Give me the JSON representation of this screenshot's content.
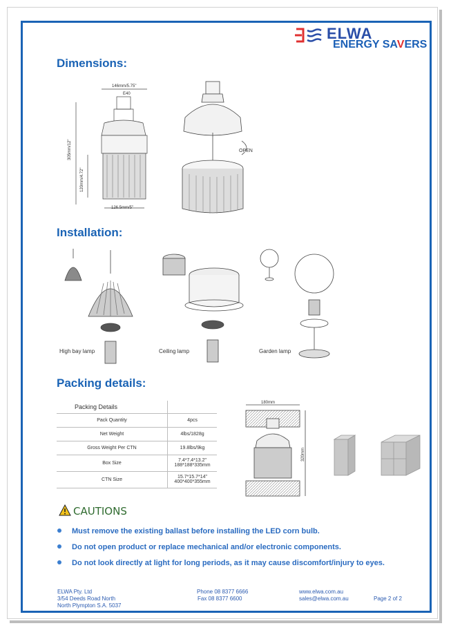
{
  "brand": {
    "name_top": "ELWA",
    "name_bottom_a": "ENERGY SA",
    "name_bottom_v": "V",
    "name_bottom_b": "ERS"
  },
  "sections": {
    "dimensions": "Dimensions:",
    "installation": "Installation:",
    "packing": "Packing details:",
    "cautions": "CAUTIONS"
  },
  "dimensions": {
    "width_top": "146mm/5.75\"",
    "base": "E40",
    "height_total": "305mm/12\"",
    "height_body": "120mm/4.72\"",
    "width_bottom": "126.5mm/5\"",
    "open_label": "OPEN"
  },
  "installation": {
    "high_bay": "High bay lamp",
    "ceiling": "Ceiling lamp",
    "garden": "Garden lamp"
  },
  "packing": {
    "title": "Packing Details",
    "rows": [
      {
        "label": "Pack Quantity",
        "value": "4pcs"
      },
      {
        "label": "Net Weight",
        "value": "4lbs/1828g"
      },
      {
        "label": "Gross Weight Per CTN",
        "value": "19.8lbs/9kg"
      },
      {
        "label": "Box Size",
        "value": "7.4*7.4*13.2\"",
        "value2": "188*188*335mm"
      },
      {
        "label": "CTN Size",
        "value": "15.7*15.7*14\"",
        "value2": "400*400*355mm"
      }
    ],
    "box_width": "180mm",
    "box_height": "320mm"
  },
  "cautions": [
    "Must remove the existing ballast before installing the LED corn bulb.",
    "Do not open product or replace mechanical and/or electronic components.",
    "Do not look directly at light for long periods, as it may cause discomfort/injury to eyes."
  ],
  "footer": {
    "company": "ELWA Pty. Ltd",
    "address1": "3/54 Deeds Road North",
    "address2": "North Plympton S.A. 5037",
    "phone": "Phone 08 8377 6666",
    "fax": "Fax 08 8377 6600",
    "web": "www.elwa.com.au",
    "email": "sales@elwa.com.au",
    "page": "Page 2 of 2"
  },
  "colors": {
    "frame": "#1a63b5",
    "heading": "#1a63b5",
    "brand_red": "#e03030",
    "caution_green": "#2f6b2f"
  }
}
